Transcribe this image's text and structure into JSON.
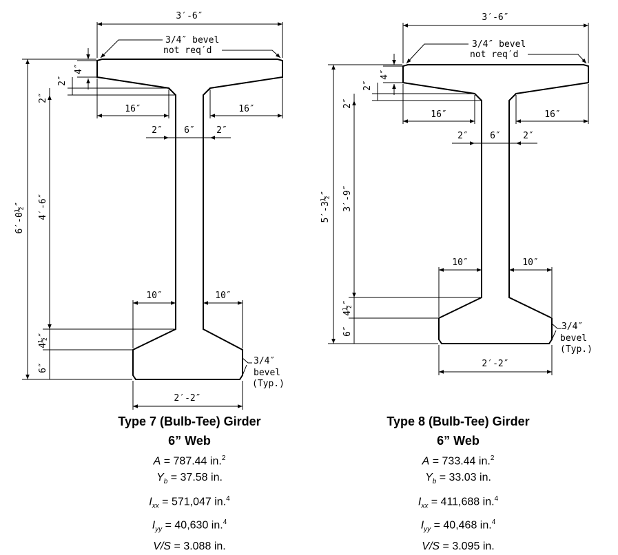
{
  "left": {
    "width_top": "3′-6″",
    "bevel_note_1": "3/4″ bevel",
    "bevel_note_2": "not req′d",
    "flange_4": "4″",
    "flange_2a": "2″",
    "flange_2b": "2″",
    "flange_16_left": "16″",
    "flange_16_right": "16″",
    "web_2_left": "2″",
    "web_6": "6″",
    "web_2_right": "2″",
    "total_height": "6′-0½″",
    "web_height": "4′-6″",
    "bottom_10_left": "10″",
    "bottom_10_right": "10″",
    "bottom_4half": "4½″",
    "bottom_6": "6″",
    "bottom_bevel_1": "3/4″",
    "bottom_bevel_2": "bevel",
    "bottom_bevel_3": "(Typ.)",
    "bottom_width": "2′-2″",
    "title": "Type 7 (Bulb-Tee) Girder",
    "subtitle": "6” Web",
    "A": "787.44",
    "Yb": "37.58",
    "Ixx": "571,047",
    "Iyy": "40,630",
    "VS": "3.088"
  },
  "right": {
    "width_top": "3′-6″",
    "bevel_note_1": "3/4″ bevel",
    "bevel_note_2": "not req′d",
    "flange_4": "4″",
    "flange_2a": "2″",
    "flange_2b": "2″",
    "flange_16_left": "16″",
    "flange_16_right": "16″",
    "web_2_left": "2″",
    "web_6": "6″",
    "web_2_right": "2″",
    "total_height": "5′-3½″",
    "web_height": "3′-9″",
    "bottom_10_left": "10″",
    "bottom_10_right": "10″",
    "bottom_4half": "4½″",
    "bottom_6": "6″",
    "bottom_bevel_1": "3/4″",
    "bottom_bevel_2": "bevel",
    "bottom_bevel_3": "(Typ.)",
    "bottom_width": "2′-2″",
    "title": "Type 8 (Bulb-Tee) Girder",
    "subtitle": "6” Web",
    "A": "733.44",
    "Yb": "33.03",
    "Ixx": "411,688",
    "Iyy": "40,468",
    "VS": "3.095"
  },
  "units": {
    "area": "in.",
    "length": "in.",
    "area_exp": "2",
    "inertia_exp": "4"
  }
}
